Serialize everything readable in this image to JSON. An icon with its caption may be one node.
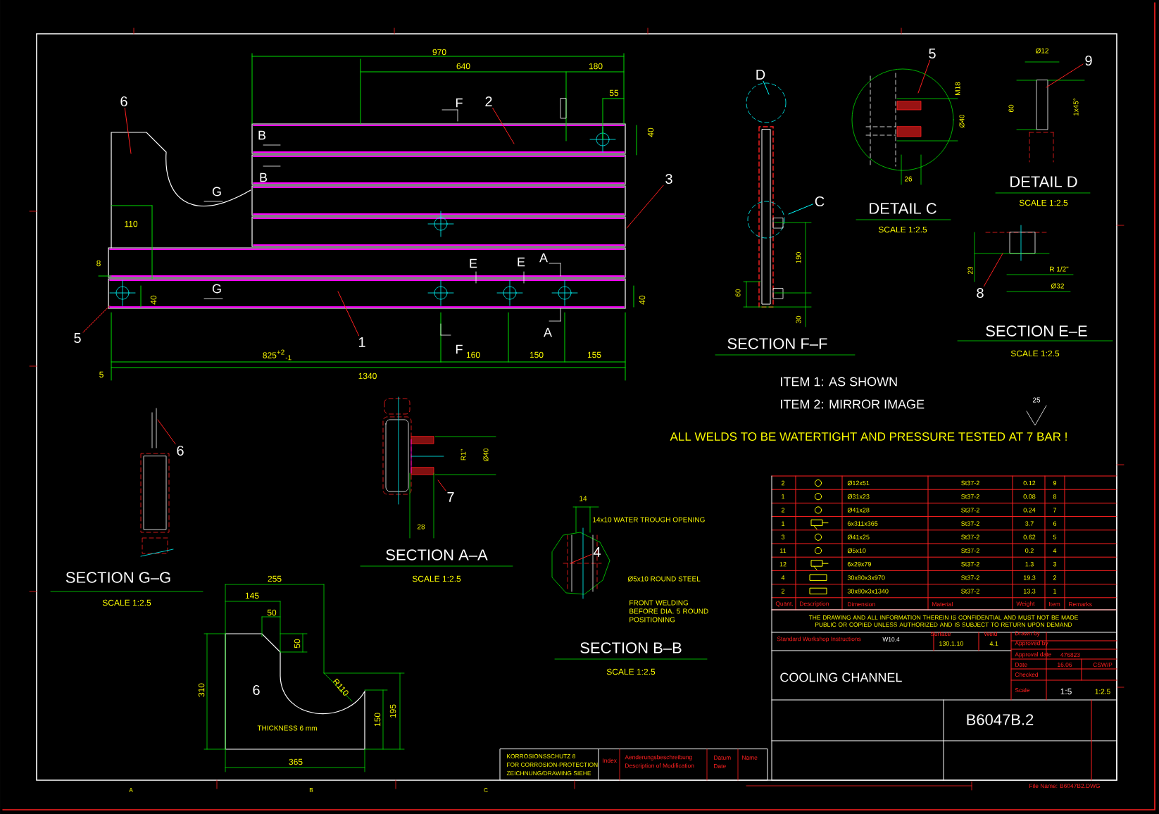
{
  "diagram": {
    "nodes": [
      {
        "text": [
          "6"
        ]
      },
      {
        "text": [
          "2"
        ]
      },
      {
        "text": [
          "3"
        ]
      },
      {
        "text": [
          "5"
        ]
      },
      {
        "text": [
          "1"
        ]
      },
      {
        "text": [
          "D"
        ]
      },
      {
        "text": [
          "C"
        ]
      },
      {
        "text": [
          "5"
        ]
      },
      {
        "text": [
          "9"
        ]
      },
      {
        "text": [
          "8"
        ]
      },
      {
        "text": [
          "6"
        ]
      },
      {
        "text": [
          "7"
        ]
      },
      {
        "text": [
          "4"
        ]
      }
    ],
    "edges": [
      {
        "from": 0,
        "to": null,
        "arrow": "none"
      },
      {
        "from": 1,
        "to": null,
        "arrow": "none"
      },
      {
        "from": 2,
        "to": null,
        "arrow": "none"
      },
      {
        "from": 3,
        "to": null,
        "arrow": "none"
      },
      {
        "from": 4,
        "to": null,
        "arrow": "none"
      },
      {
        "from": 5,
        "to": null,
        "arrow": "none",
        "color": "#00ffff"
      },
      {
        "from": 6,
        "to": null,
        "arrow": "none",
        "color": "#00ffff"
      },
      {
        "from": 7,
        "to": null,
        "arrow": "none"
      },
      {
        "from": 8,
        "to": null,
        "arrow": "none"
      },
      {
        "from": 9,
        "to": null,
        "arrow": "none"
      },
      {
        "from": 10,
        "to": null,
        "arrow": "none"
      },
      {
        "from": 11,
        "to": null,
        "arrow": "none"
      },
      {
        "from": 12,
        "to": null,
        "arrow": "none"
      }
    ],
    "labels": [
      "A",
      "B",
      "C",
      "970",
      "640",
      "180",
      "55",
      "40",
      "F",
      "B",
      "B",
      "G",
      "110",
      "8",
      "E",
      "E",
      "A",
      "40",
      "G",
      "40",
      "A",
      "F",
      "825$^{+2}$$_{-1}$",
      "160",
      "150",
      "155",
      "5",
      "1340",
      "190",
      "60",
      "30",
      "SECTION F–F",
      "M18",
      "Ø40",
      "26",
      "DETAIL C",
      "SCALE 1:2.5",
      "Ø12",
      "60",
      "1x45°",
      "DETAIL D",
      "SCALE 1:2.5",
      "23",
      "R 1/2\"",
      "Ø32",
      "SECTION E–E",
      "SCALE 1:2.5",
      "ITEM 1: AS SHOWN",
      "ITEM 2: MIRROR IMAGE",
      "25",
      "ALL WELDS TO BE WATERTIGHT AND PRESSURE TESTED AT 7 BAR !",
      "SECTION G–G",
      "SCALE 1:2.5",
      "R1\"",
      "Ø40",
      "28",
      "SECTION A–A",
      "SCALE 1:2.5",
      "14",
      "14x10 WATER TROUGH OPENING",
      "Ø5x10 ROUND STEEL",
      "FRONT WELDING BEFORE DIA. 5 ROUND POSITIONING",
      "SECTION B–B",
      "SCALE 1:2.5",
      "255",
      "145",
      "50",
      "50",
      "310",
      "R110",
      "6",
      "150",
      "195",
      "THICKNESS 6 mm",
      "365",
      "KORROSIONSSCHUTZ 8",
      "FOR CORROSION-PROTECTION",
      "ZEICHNUNG/DRAWING SIEHE",
      "Index",
      "Aenderungsbeschreibung",
      "Description of Modification",
      "Datum",
      "Date",
      "Name",
      "2",
      "Ø12x51",
      "St37-2",
      "0.12",
      "9",
      "1",
      "Ø31x23",
      "St37-2",
      "0.08",
      "8",
      "2",
      "Ø41x28",
      "St37-2",
      "0.24",
      "7",
      "1",
      "6x311x365",
      "St37-2",
      "3.7",
      "6",
      "3",
      "Ø41x25",
      "St37-2",
      "0.62",
      "5",
      "11",
      "Ø5x10",
      "St37-2",
      "0.2",
      "4",
      "12",
      "6x29x79",
      "St37-2",
      "1.3",
      "3",
      "4",
      "30x80x3x970",
      "St37-2",
      "19.3",
      "2",
      "2",
      "30x80x3x1340",
      "St37-2",
      "13.3",
      "1",
      "Quant.",
      "Description",
      "Dimension",
      "Material",
      "Weight",
      "Item",
      "Remarks",
      "THE DRAWING AND ALL INFORMATION THEREIN IS CONFIDENTIAL AND MUST NOT BE MADE PUBLIC OR COPIED UNLESS AUTHORIZED AND IS SUBJECT TO RETURN UPON DEMAND",
      "Standard Workshop Instructions",
      "W10.4",
      "Surface",
      "130.1.10",
      "Weld",
      "4.1",
      "Drawn by",
      "Approved by",
      "Approval date",
      "476823",
      "Date",
      "16.06",
      "CSW/P",
      "Checked",
      "Scale",
      "1:5",
      "1:2.5",
      "COOLING CHANNEL",
      "B6047B.2",
      "File Name: B6047B2.DWG"
    ]
  }
}
